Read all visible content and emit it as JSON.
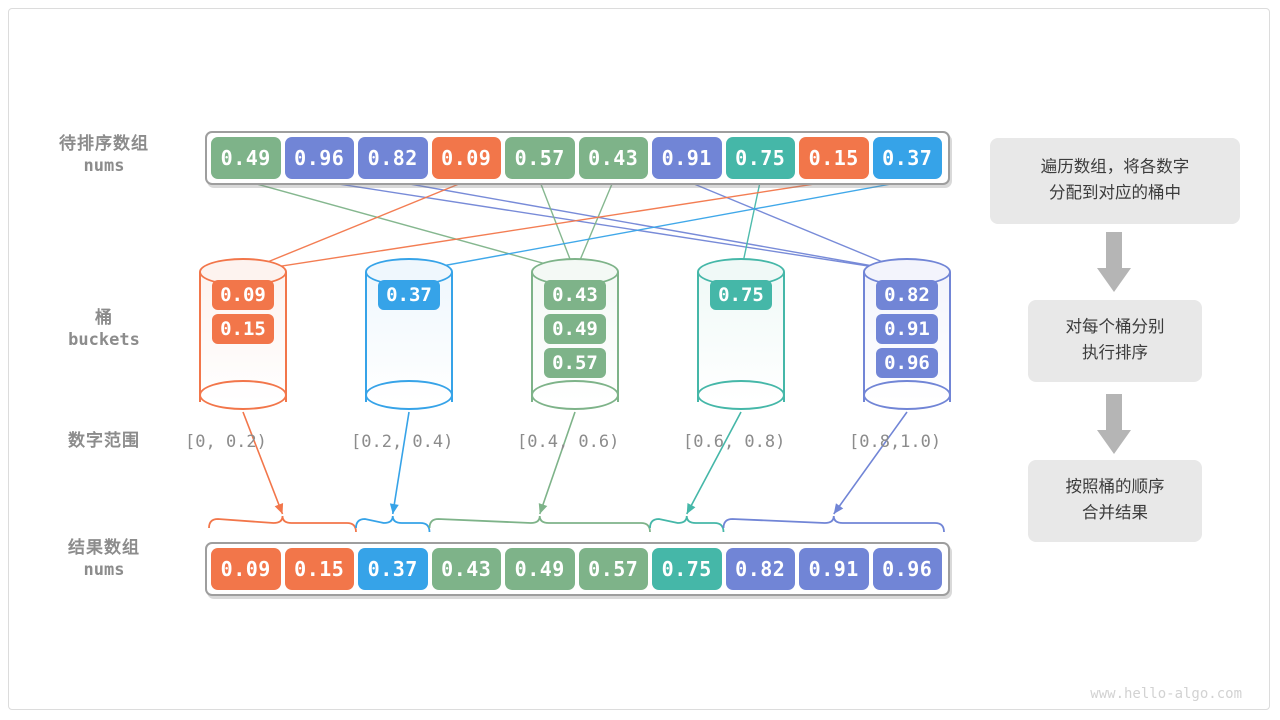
{
  "diagram": {
    "title": "bucket-sort-overview",
    "watermark": "www.hello-algo.com"
  },
  "palette": {
    "orange": "#f2764a",
    "blue": "#36a3e8",
    "green": "#7eb389",
    "teal": "#45b7a8",
    "purple": "#7185d6",
    "gray_border": "#9e9e9e",
    "label_gray": "#8c8c8c",
    "step_bg": "#e8e8e8"
  },
  "labels": {
    "input_cn": "待排序数组",
    "input_en": "nums",
    "buckets_cn": "桶",
    "buckets_en": "buckets",
    "range_cn": "数字范围",
    "result_cn": "结果数组",
    "result_en": "nums"
  },
  "input_array": [
    {
      "value": "0.49",
      "color": "#7eb389"
    },
    {
      "value": "0.96",
      "color": "#7185d6"
    },
    {
      "value": "0.82",
      "color": "#7185d6"
    },
    {
      "value": "0.09",
      "color": "#f2764a"
    },
    {
      "value": "0.57",
      "color": "#7eb389"
    },
    {
      "value": "0.43",
      "color": "#7eb389"
    },
    {
      "value": "0.91",
      "color": "#7185d6"
    },
    {
      "value": "0.75",
      "color": "#45b7a8"
    },
    {
      "value": "0.15",
      "color": "#f2764a"
    },
    {
      "value": "0.37",
      "color": "#36a3e8"
    }
  ],
  "buckets": [
    {
      "range": "[0, 0.2)",
      "color": "#f2764a",
      "fill": "#fdf3ef",
      "items": [
        "0.09",
        "0.15"
      ]
    },
    {
      "range": "[0.2, 0.4)",
      "color": "#36a3e8",
      "fill": "#eff7fd",
      "items": [
        "0.37"
      ]
    },
    {
      "range": "[0.4, 0.6)",
      "color": "#7eb389",
      "fill": "#f4f9f5",
      "items": [
        "0.43",
        "0.49",
        "0.57"
      ]
    },
    {
      "range": "[0.6, 0.8)",
      "color": "#45b7a8",
      "fill": "#f0f9f7",
      "items": [
        "0.75"
      ]
    },
    {
      "range": "[0.8,1.0)",
      "color": "#7185d6",
      "fill": "#f3f4fc",
      "items": [
        "0.82",
        "0.91",
        "0.96"
      ]
    }
  ],
  "result_array": [
    {
      "value": "0.09",
      "color": "#f2764a"
    },
    {
      "value": "0.15",
      "color": "#f2764a"
    },
    {
      "value": "0.37",
      "color": "#36a3e8"
    },
    {
      "value": "0.43",
      "color": "#7eb389"
    },
    {
      "value": "0.49",
      "color": "#7eb389"
    },
    {
      "value": "0.57",
      "color": "#7eb389"
    },
    {
      "value": "0.75",
      "color": "#45b7a8"
    },
    {
      "value": "0.82",
      "color": "#7185d6"
    },
    {
      "value": "0.91",
      "color": "#7185d6"
    },
    {
      "value": "0.96",
      "color": "#7185d6"
    }
  ],
  "steps": [
    {
      "line1": "遍历数组，将各数字",
      "line2": "分配到对应的桶中"
    },
    {
      "line1": "对每个桶分别",
      "line2": "执行排序"
    },
    {
      "line1": "按照桶的顺序",
      "line2": "合并结果"
    }
  ]
}
